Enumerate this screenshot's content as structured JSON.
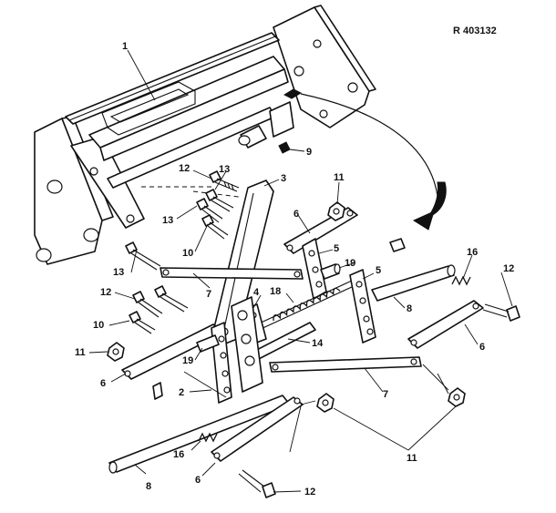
{
  "reference": "R 403132",
  "callouts": [
    {
      "id": "c1",
      "text": "1"
    },
    {
      "id": "c9",
      "text": "9"
    },
    {
      "id": "c3",
      "text": "3"
    },
    {
      "id": "c12a",
      "text": "12"
    },
    {
      "id": "c13a",
      "text": "13"
    },
    {
      "id": "c13b",
      "text": "13"
    },
    {
      "id": "c10a",
      "text": "10"
    },
    {
      "id": "c11a",
      "text": "11"
    },
    {
      "id": "c6a",
      "text": "6"
    },
    {
      "id": "c5a",
      "text": "5"
    },
    {
      "id": "c19a",
      "text": "19"
    },
    {
      "id": "c16a",
      "text": "16"
    },
    {
      "id": "c12b",
      "text": "12"
    },
    {
      "id": "c13c",
      "text": "13"
    },
    {
      "id": "c7a",
      "text": "7"
    },
    {
      "id": "c5b",
      "text": "5"
    },
    {
      "id": "c12c",
      "text": "12"
    },
    {
      "id": "c4",
      "text": "4"
    },
    {
      "id": "c18",
      "text": "18"
    },
    {
      "id": "c8a",
      "text": "8"
    },
    {
      "id": "c10b",
      "text": "10"
    },
    {
      "id": "c14",
      "text": "14"
    },
    {
      "id": "c6b",
      "text": "6"
    },
    {
      "id": "c11b",
      "text": "11"
    },
    {
      "id": "c19b",
      "text": "19"
    },
    {
      "id": "c6c",
      "text": "6"
    },
    {
      "id": "c2",
      "text": "2"
    },
    {
      "id": "c7b",
      "text": "7"
    },
    {
      "id": "c11c",
      "text": "11"
    },
    {
      "id": "c16b",
      "text": "16"
    },
    {
      "id": "c8b",
      "text": "8"
    },
    {
      "id": "c6d",
      "text": "6"
    },
    {
      "id": "c12d",
      "text": "12"
    }
  ]
}
